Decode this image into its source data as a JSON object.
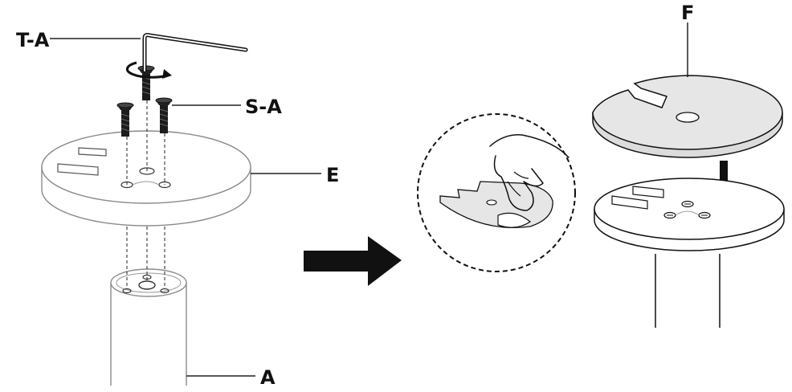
{
  "labels": {
    "hex_key": "T-A",
    "screws": "S-A",
    "top_plate": "E",
    "pillar": "A",
    "sticker_disc": "F"
  },
  "colors": {
    "line": "#222222",
    "outline_gray": "#8a8a8a",
    "sticker_fill": "#e6e6e6",
    "arrow": "#111111"
  }
}
